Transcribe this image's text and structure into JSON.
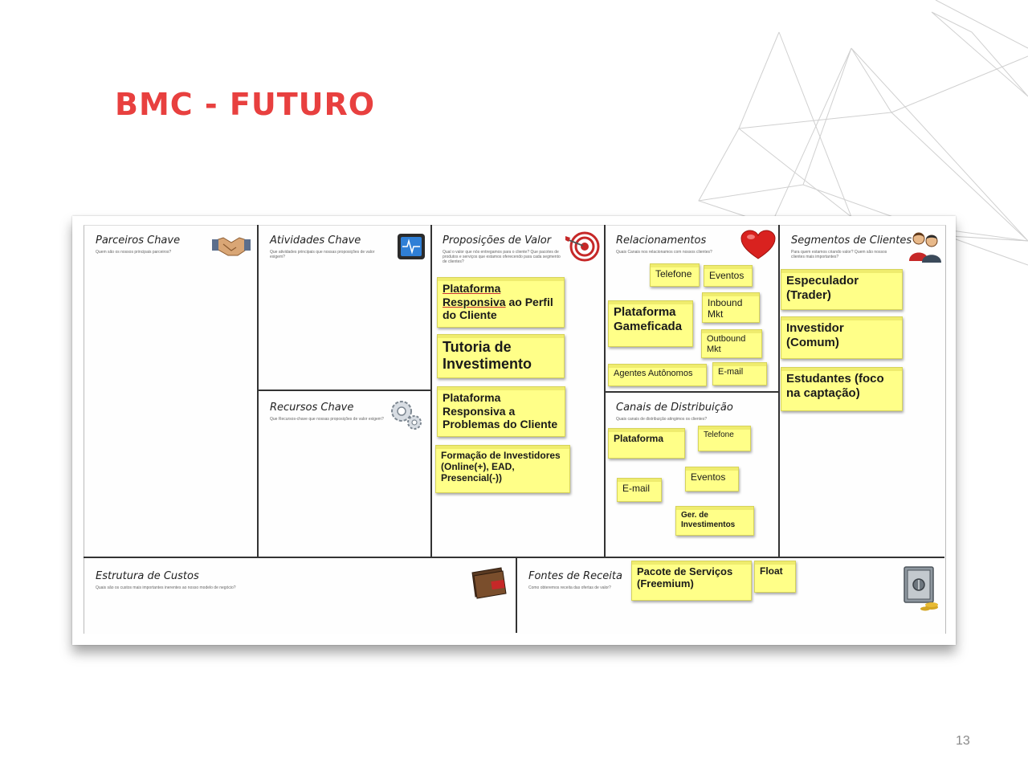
{
  "slide": {
    "title": "BMC - FUTURO",
    "page_number": "13"
  },
  "blocks": {
    "parceiros": {
      "title": "Parceiros Chave",
      "question": "Quem são os nossos principais parceiros?"
    },
    "atividades": {
      "title": "Atividades Chave",
      "question": "Que atividades principais que nossas proposições de valor exigem?"
    },
    "recursos": {
      "title": "Recursos Chave",
      "question": "Que Recursos-chave que nossas proposições de valor exigem?"
    },
    "proposicoes": {
      "title": "Proposições de Valor",
      "question": "Qual o valor que nós entregamos para o cliente? Que pacotes de produtos e serviços que estamos oferecendo para cada segmento de clientes?"
    },
    "relacionamentos": {
      "title": "Relacionamentos",
      "question": "Quais Canais nos relacionamos com nossos clientes?"
    },
    "canais": {
      "title": "Canais de Distribuição",
      "question": "Quais canais de distribuição atingimos os clientes?"
    },
    "segmentos": {
      "title": "Segmentos de Clientes",
      "question": "Para quem estamos criando valor? Quem são nossos clientes mais importantes?"
    },
    "custos": {
      "title": "Estrutura de Custos",
      "question": "Quais são os custos mais importantes inerentes ao nosso modelo de negócio?"
    },
    "receita": {
      "title": "Fontes de Receita",
      "question": "Como obteremos receita das ofertas de valor?"
    }
  },
  "notes": {
    "proposicoes": {
      "n1_underlined": "Plataforma Responsiva",
      "n1_rest": " ao Perfil do Cliente",
      "n2": "Tutoria de Investimento",
      "n3": "Plataforma Responsiva a Problemas do Cliente",
      "n4": "Formação de Investidores (Online(+), EAD, Presencial(-))"
    },
    "relacionamentos": {
      "telefone": "Telefone",
      "eventos": "Eventos",
      "inbound": "Inbound Mkt",
      "gameficada": "Plataforma Gameficada",
      "outbound": "Outbound Mkt",
      "agentes": "Agentes Autônomos",
      "email": "E-mail"
    },
    "canais": {
      "plataforma": "Plataforma",
      "telefone": "Telefone",
      "eventos": "Eventos",
      "email": "E-mail",
      "gerencia": "Ger. de Investimentos"
    },
    "segmentos": {
      "especulador": "Especulador (Trader)",
      "investidor": "Investidor (Comum)",
      "estudantes": "Estudantes (foco na captação)"
    },
    "receita": {
      "pacote": "Pacote de Serviços (Freemium)",
      "float": "Float"
    }
  },
  "icons": {
    "parceiros": "handshake-icon",
    "atividades": "monitor-icon",
    "recursos": "gears-icon",
    "proposicoes": "target-icon",
    "relacionamentos": "heart-icon",
    "segmentos": "people-icon",
    "custos": "wallet-icon",
    "receita": "safe-icon"
  },
  "colors": {
    "title": "#e8403f",
    "sticky": "#ffff88",
    "heart": "#d9221f"
  }
}
